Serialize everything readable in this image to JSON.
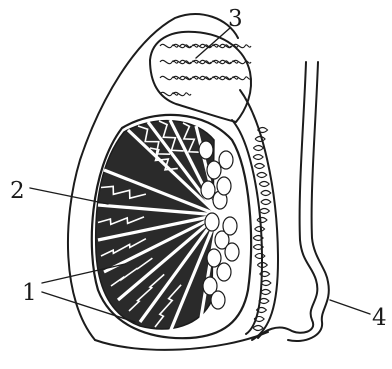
{
  "figure": {
    "labels": [
      {
        "id": "1",
        "text": "1"
      },
      {
        "id": "2",
        "text": "2"
      },
      {
        "id": "3",
        "text": "3"
      },
      {
        "id": "4",
        "text": "4"
      }
    ]
  },
  "colors": {
    "ink": "#1c1c1c",
    "lobule_fill": "#2a2a2a",
    "paper": "#ffffff"
  }
}
